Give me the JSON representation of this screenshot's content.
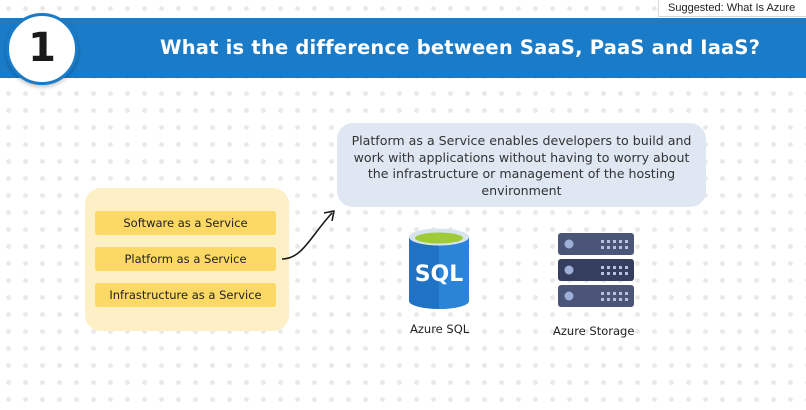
{
  "suggestion": {
    "text": "Suggested: What Is Azure"
  },
  "slide": {
    "number": "1",
    "title": "What is the difference between SaaS, PaaS and IaaS?"
  },
  "service_models": [
    {
      "label": "Software as a Service"
    },
    {
      "label": "Platform as a Service"
    },
    {
      "label": "Infrastructure as a Service"
    }
  ],
  "callout": {
    "text": "Platform as a Service enables developers to build and work with applications without having to worry about the infrastructure or management of the hosting environment"
  },
  "examples": [
    {
      "label": "Azure SQL",
      "icon": "sql-database-icon",
      "icon_text": "SQL"
    },
    {
      "label": "Azure Storage",
      "icon": "server-storage-icon"
    }
  ],
  "colors": {
    "banner": "#1a7cc9",
    "service_box": "#fdefc6",
    "service_item": "#fcd865",
    "callout": "#dfe7f3"
  }
}
